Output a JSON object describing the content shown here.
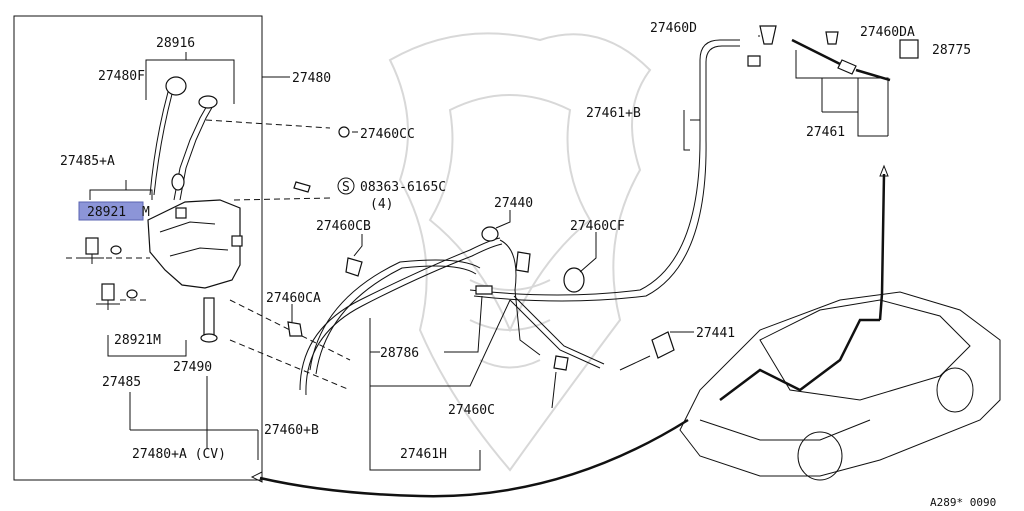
{
  "diagram": {
    "highlight_color": "#8c95d8",
    "footer_code": "A289* 0090",
    "callouts": {
      "p28916": "28916",
      "p27480f": "27480F",
      "p27480": "27480",
      "p27460cc": "27460CC",
      "p27485a": "27485+A",
      "p28921m_hl": "28921",
      "p28921m_suffix": "M",
      "screw_symbol": "S",
      "screw_part": "08363-6165C",
      "screw_qty": "(4)",
      "p27460cb": "27460CB",
      "p27440": "27440",
      "p27460cf": "27460CF",
      "p27460ca": "27460CA",
      "p28921m": "28921M",
      "p28786": "28786",
      "p27485": "27485",
      "p27490": "27490",
      "p27460c": "27460C",
      "p27441": "27441",
      "p27460b": "27460+B",
      "p27480acv": "27480+A (CV)",
      "p27461h": "27461H",
      "p27460d": "27460D",
      "p27460da": "27460DA",
      "p28775": "28775",
      "p27461b": "27461+B",
      "p27461": "27461"
    }
  }
}
